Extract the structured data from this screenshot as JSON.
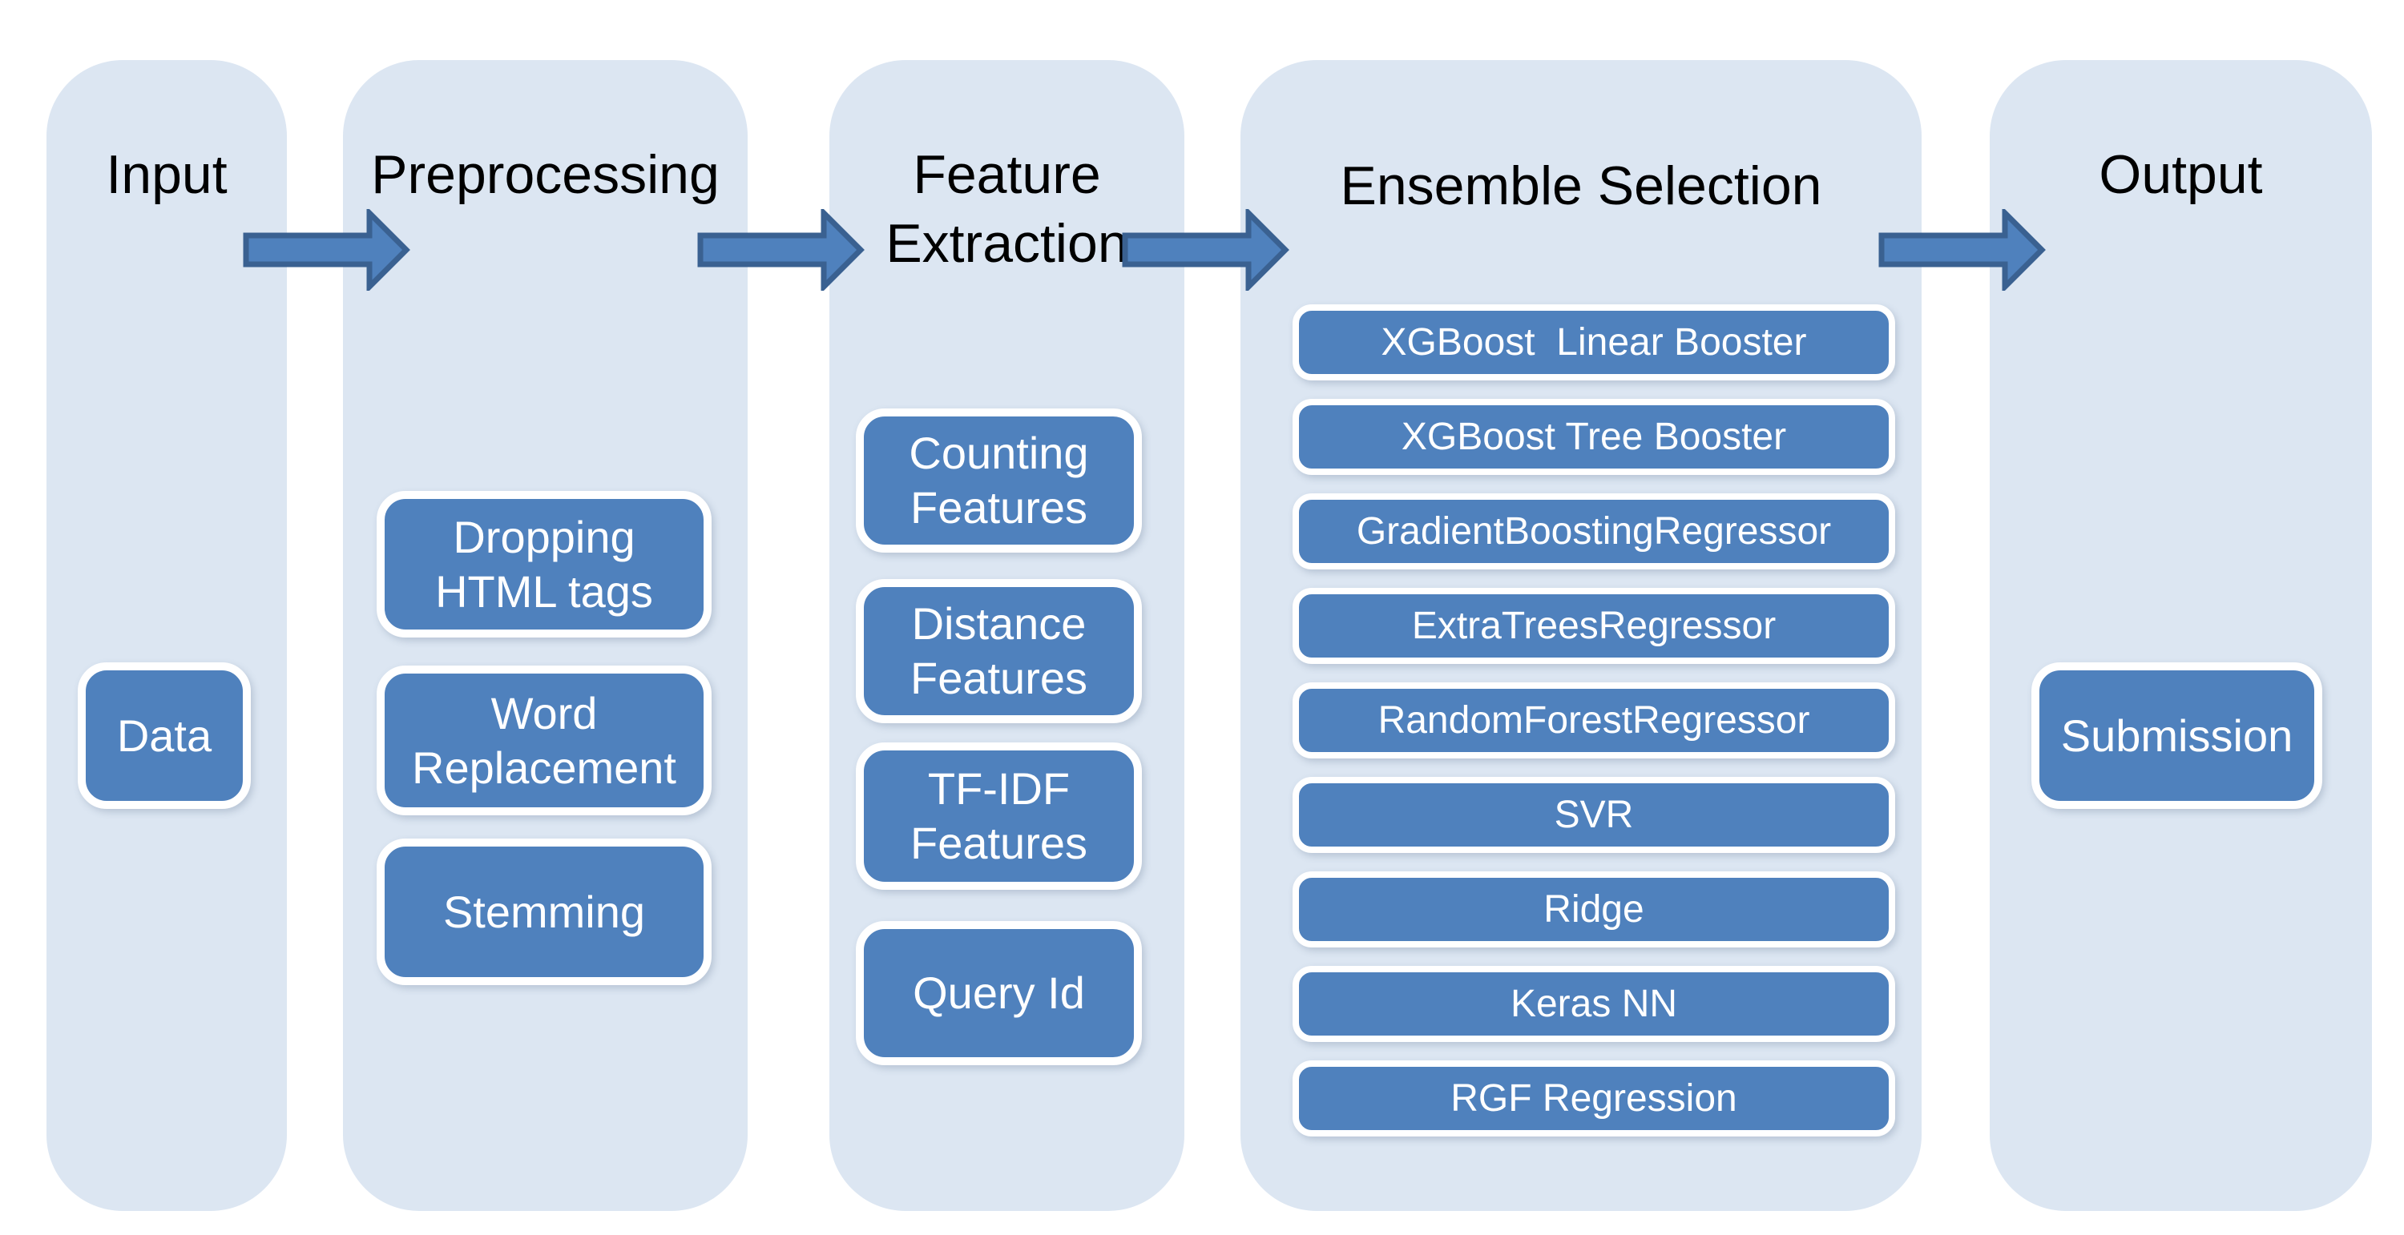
{
  "theme": {
    "background": "#ffffff",
    "panel_fill": "#dce6f2",
    "box_fill": "#4f81bd",
    "box_border": "#ffffff",
    "box_text_color": "#ffffff",
    "title_color": "#000000",
    "arrow_fill": "#4f81bd",
    "arrow_outline": "#3a6191"
  },
  "diagram": {
    "type": "machine-learning-pipeline-flow",
    "panels": [
      {
        "id": "input",
        "title": "Input",
        "boxes": [
          {
            "label": "Data"
          }
        ]
      },
      {
        "id": "preprocessing",
        "title": "Preprocessing",
        "boxes": [
          {
            "label": "Dropping HTML tags"
          },
          {
            "label": "Word Replacement"
          },
          {
            "label": "Stemming"
          }
        ]
      },
      {
        "id": "feature-extraction",
        "title": "Feature Extraction",
        "boxes": [
          {
            "label": "Counting Features"
          },
          {
            "label": "Distance Features"
          },
          {
            "label": "TF-IDF Features"
          },
          {
            "label": "Query Id"
          }
        ]
      },
      {
        "id": "ensemble-selection",
        "title": "Ensemble Selection",
        "boxes": [
          {
            "label": "XGBoost  Linear Booster"
          },
          {
            "label": "XGBoost Tree Booster"
          },
          {
            "label": "GradientBoostingRegressor"
          },
          {
            "label": "ExtraTreesRegressor"
          },
          {
            "label": "RandomForestRegressor"
          },
          {
            "label": "SVR"
          },
          {
            "label": "Ridge"
          },
          {
            "label": "Keras NN"
          },
          {
            "label": "RGF Regression"
          }
        ]
      },
      {
        "id": "output",
        "title": "Output",
        "boxes": [
          {
            "label": "Submission"
          }
        ]
      }
    ],
    "arrows": [
      {
        "name": "input-to-preprocessing"
      },
      {
        "name": "preprocessing-to-feature-extraction"
      },
      {
        "name": "feature-extraction-to-ensemble-selection"
      },
      {
        "name": "ensemble-selection-to-output"
      }
    ]
  }
}
